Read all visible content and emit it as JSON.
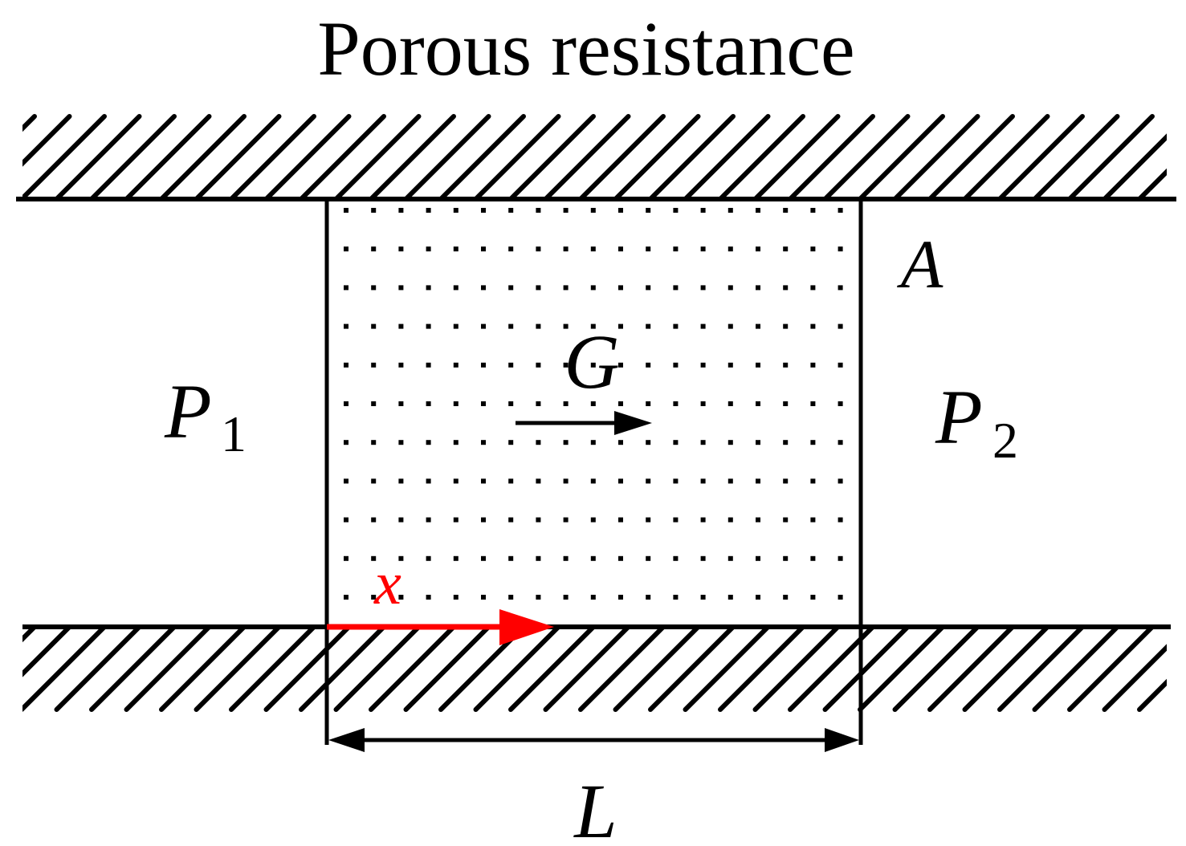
{
  "title": "Porous resistance",
  "labels": {
    "area": "A",
    "flow": "G",
    "inlet_pressure": "P",
    "inlet_pressure_sub": "1",
    "outlet_pressure": "P",
    "outlet_pressure_sub": "2",
    "coordinate": "x",
    "length": "L"
  },
  "colors": {
    "line": "#000000",
    "coordinate_arrow": "#ff0000",
    "background": "#ffffff"
  }
}
